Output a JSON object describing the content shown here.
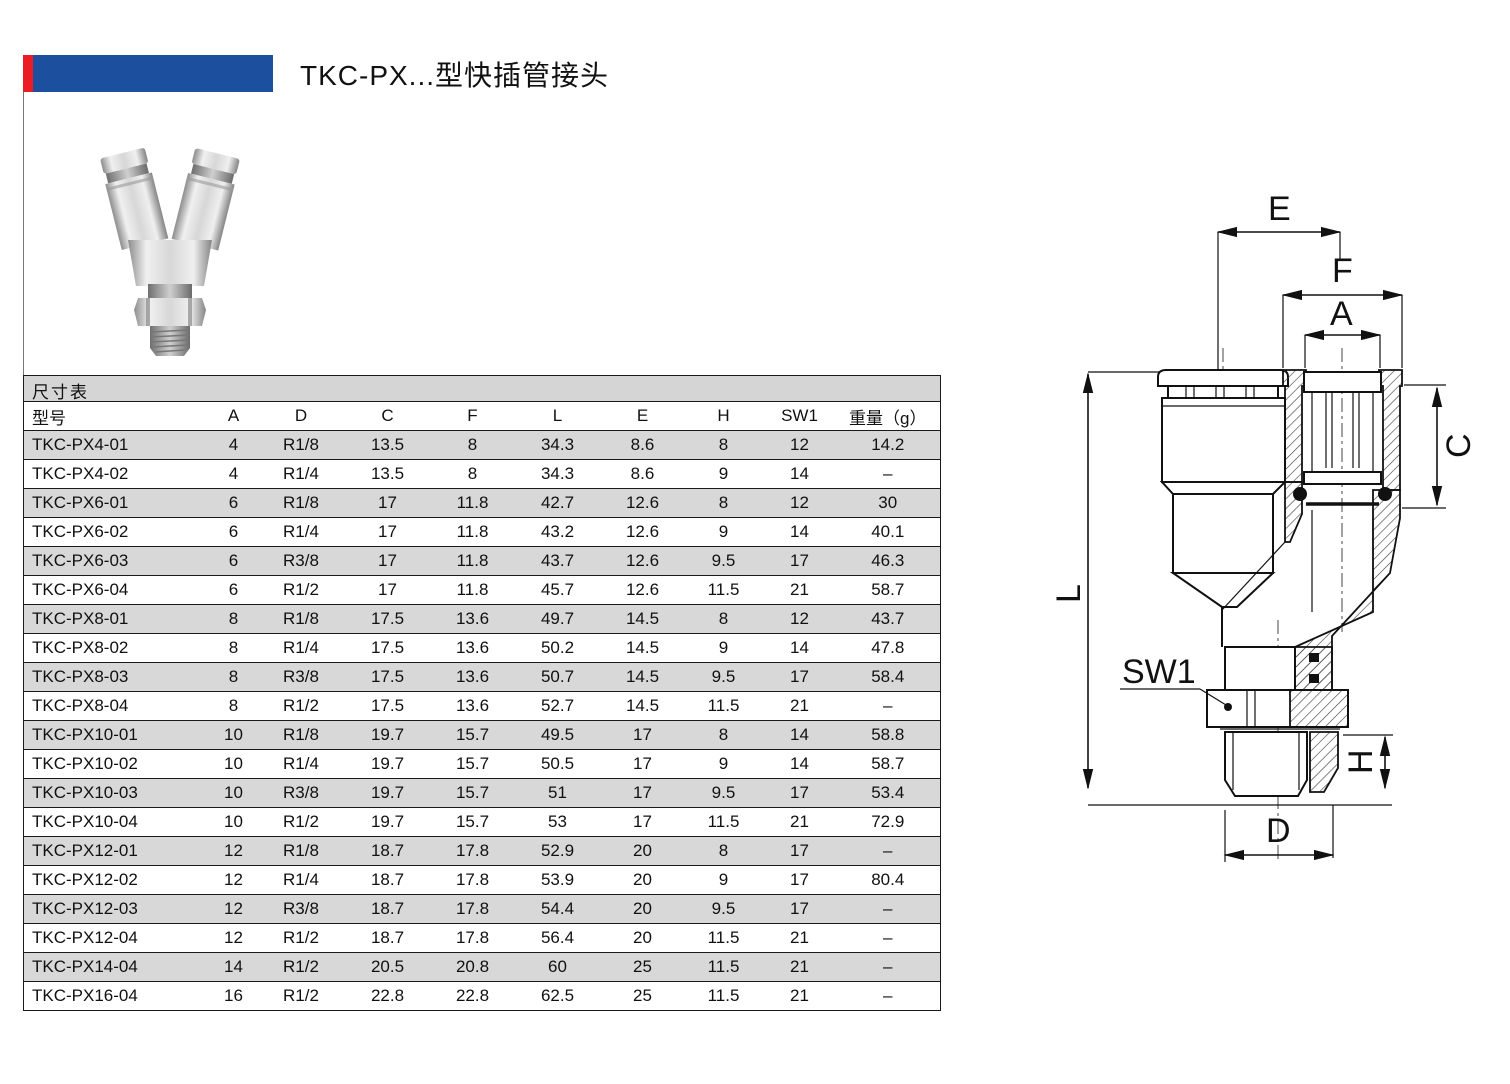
{
  "page": {
    "title": "TKC-PX...型快插管接头"
  },
  "banner": {
    "red": "#ec1c24",
    "blue": "#1d4f9f"
  },
  "table": {
    "caption": "尺寸表",
    "columns": [
      "型号",
      "A",
      "D",
      "C",
      "F",
      "L",
      "E",
      "H",
      "SW1",
      "重量（g）"
    ],
    "rows": [
      [
        "TKC-PX4-01",
        "4",
        "R1/8",
        "13.5",
        "8",
        "34.3",
        "8.6",
        "8",
        "12",
        "14.2"
      ],
      [
        "TKC-PX4-02",
        "4",
        "R1/4",
        "13.5",
        "8",
        "34.3",
        "8.6",
        "9",
        "14",
        "–"
      ],
      [
        "TKC-PX6-01",
        "6",
        "R1/8",
        "17",
        "11.8",
        "42.7",
        "12.6",
        "8",
        "12",
        "30"
      ],
      [
        "TKC-PX6-02",
        "6",
        "R1/4",
        "17",
        "11.8",
        "43.2",
        "12.6",
        "9",
        "14",
        "40.1"
      ],
      [
        "TKC-PX6-03",
        "6",
        "R3/8",
        "17",
        "11.8",
        "43.7",
        "12.6",
        "9.5",
        "17",
        "46.3"
      ],
      [
        "TKC-PX6-04",
        "6",
        "R1/2",
        "17",
        "11.8",
        "45.7",
        "12.6",
        "11.5",
        "21",
        "58.7"
      ],
      [
        "TKC-PX8-01",
        "8",
        "R1/8",
        "17.5",
        "13.6",
        "49.7",
        "14.5",
        "8",
        "12",
        "43.7"
      ],
      [
        "TKC-PX8-02",
        "8",
        "R1/4",
        "17.5",
        "13.6",
        "50.2",
        "14.5",
        "9",
        "14",
        "47.8"
      ],
      [
        "TKC-PX8-03",
        "8",
        "R3/8",
        "17.5",
        "13.6",
        "50.7",
        "14.5",
        "9.5",
        "17",
        "58.4"
      ],
      [
        "TKC-PX8-04",
        "8",
        "R1/2",
        "17.5",
        "13.6",
        "52.7",
        "14.5",
        "11.5",
        "21",
        "–"
      ],
      [
        "TKC-PX10-01",
        "10",
        "R1/8",
        "19.7",
        "15.7",
        "49.5",
        "17",
        "8",
        "14",
        "58.8"
      ],
      [
        "TKC-PX10-02",
        "10",
        "R1/4",
        "19.7",
        "15.7",
        "50.5",
        "17",
        "9",
        "14",
        "58.7"
      ],
      [
        "TKC-PX10-03",
        "10",
        "R3/8",
        "19.7",
        "15.7",
        "51",
        "17",
        "9.5",
        "17",
        "53.4"
      ],
      [
        "TKC-PX10-04",
        "10",
        "R1/2",
        "19.7",
        "15.7",
        "53",
        "17",
        "11.5",
        "21",
        "72.9"
      ],
      [
        "TKC-PX12-01",
        "12",
        "R1/8",
        "18.7",
        "17.8",
        "52.9",
        "20",
        "8",
        "17",
        "–"
      ],
      [
        "TKC-PX12-02",
        "12",
        "R1/4",
        "18.7",
        "17.8",
        "53.9",
        "20",
        "9",
        "17",
        "80.4"
      ],
      [
        "TKC-PX12-03",
        "12",
        "R3/8",
        "18.7",
        "17.8",
        "54.4",
        "20",
        "9.5",
        "17",
        "–"
      ],
      [
        "TKC-PX12-04",
        "12",
        "R1/2",
        "18.7",
        "17.8",
        "56.4",
        "20",
        "11.5",
        "21",
        "–"
      ],
      [
        "TKC-PX14-04",
        "14",
        "R1/2",
        "20.5",
        "20.8",
        "60",
        "25",
        "11.5",
        "21",
        "–"
      ],
      [
        "TKC-PX16-04",
        "16",
        "R1/2",
        "22.8",
        "22.8",
        "62.5",
        "25",
        "11.5",
        "21",
        "–"
      ]
    ]
  },
  "drawing": {
    "labels": {
      "e": "E",
      "f": "F",
      "a": "A",
      "c": "C",
      "l": "L",
      "sw1": "SW1",
      "h": "H",
      "d": "D"
    }
  }
}
